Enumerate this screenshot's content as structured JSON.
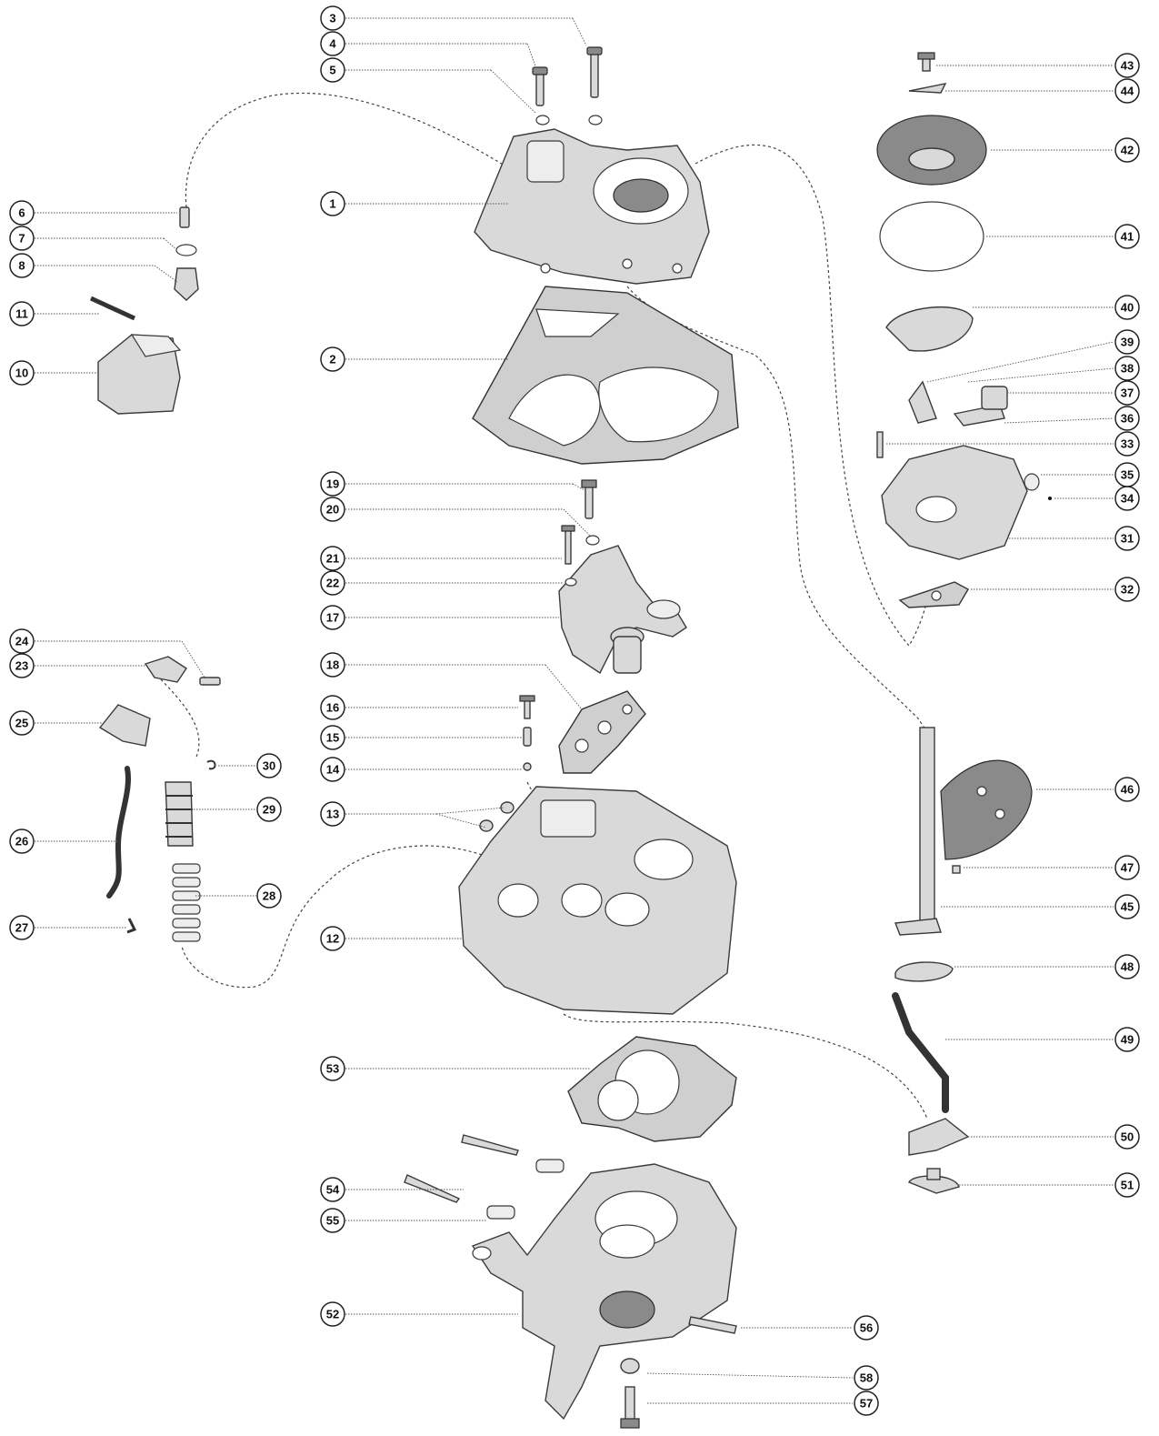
{
  "callouts": [
    {
      "label": "1"
    },
    {
      "label": "2"
    },
    {
      "label": "3"
    },
    {
      "label": "4"
    },
    {
      "label": "5"
    },
    {
      "label": "6"
    },
    {
      "label": "7"
    },
    {
      "label": "8"
    },
    {
      "label": "10"
    },
    {
      "label": "11"
    },
    {
      "label": "12"
    },
    {
      "label": "13"
    },
    {
      "label": "14"
    },
    {
      "label": "15"
    },
    {
      "label": "16"
    },
    {
      "label": "17"
    },
    {
      "label": "18"
    },
    {
      "label": "19"
    },
    {
      "label": "20"
    },
    {
      "label": "21"
    },
    {
      "label": "22"
    },
    {
      "label": "23"
    },
    {
      "label": "24"
    },
    {
      "label": "25"
    },
    {
      "label": "26"
    },
    {
      "label": "27"
    },
    {
      "label": "28"
    },
    {
      "label": "29"
    },
    {
      "label": "30"
    },
    {
      "label": "31"
    },
    {
      "label": "32"
    },
    {
      "label": "33"
    },
    {
      "label": "34"
    },
    {
      "label": "35"
    },
    {
      "label": "36"
    },
    {
      "label": "37"
    },
    {
      "label": "38"
    },
    {
      "label": "39"
    },
    {
      "label": "40"
    },
    {
      "label": "41"
    },
    {
      "label": "42"
    },
    {
      "label": "43"
    },
    {
      "label": "44"
    },
    {
      "label": "45"
    },
    {
      "label": "46"
    },
    {
      "label": "47"
    },
    {
      "label": "48"
    },
    {
      "label": "49"
    },
    {
      "label": "50"
    },
    {
      "label": "51"
    },
    {
      "label": "52"
    },
    {
      "label": "53"
    },
    {
      "label": "54"
    },
    {
      "label": "55"
    },
    {
      "label": "56"
    },
    {
      "label": "57"
    },
    {
      "label": "58"
    }
  ]
}
